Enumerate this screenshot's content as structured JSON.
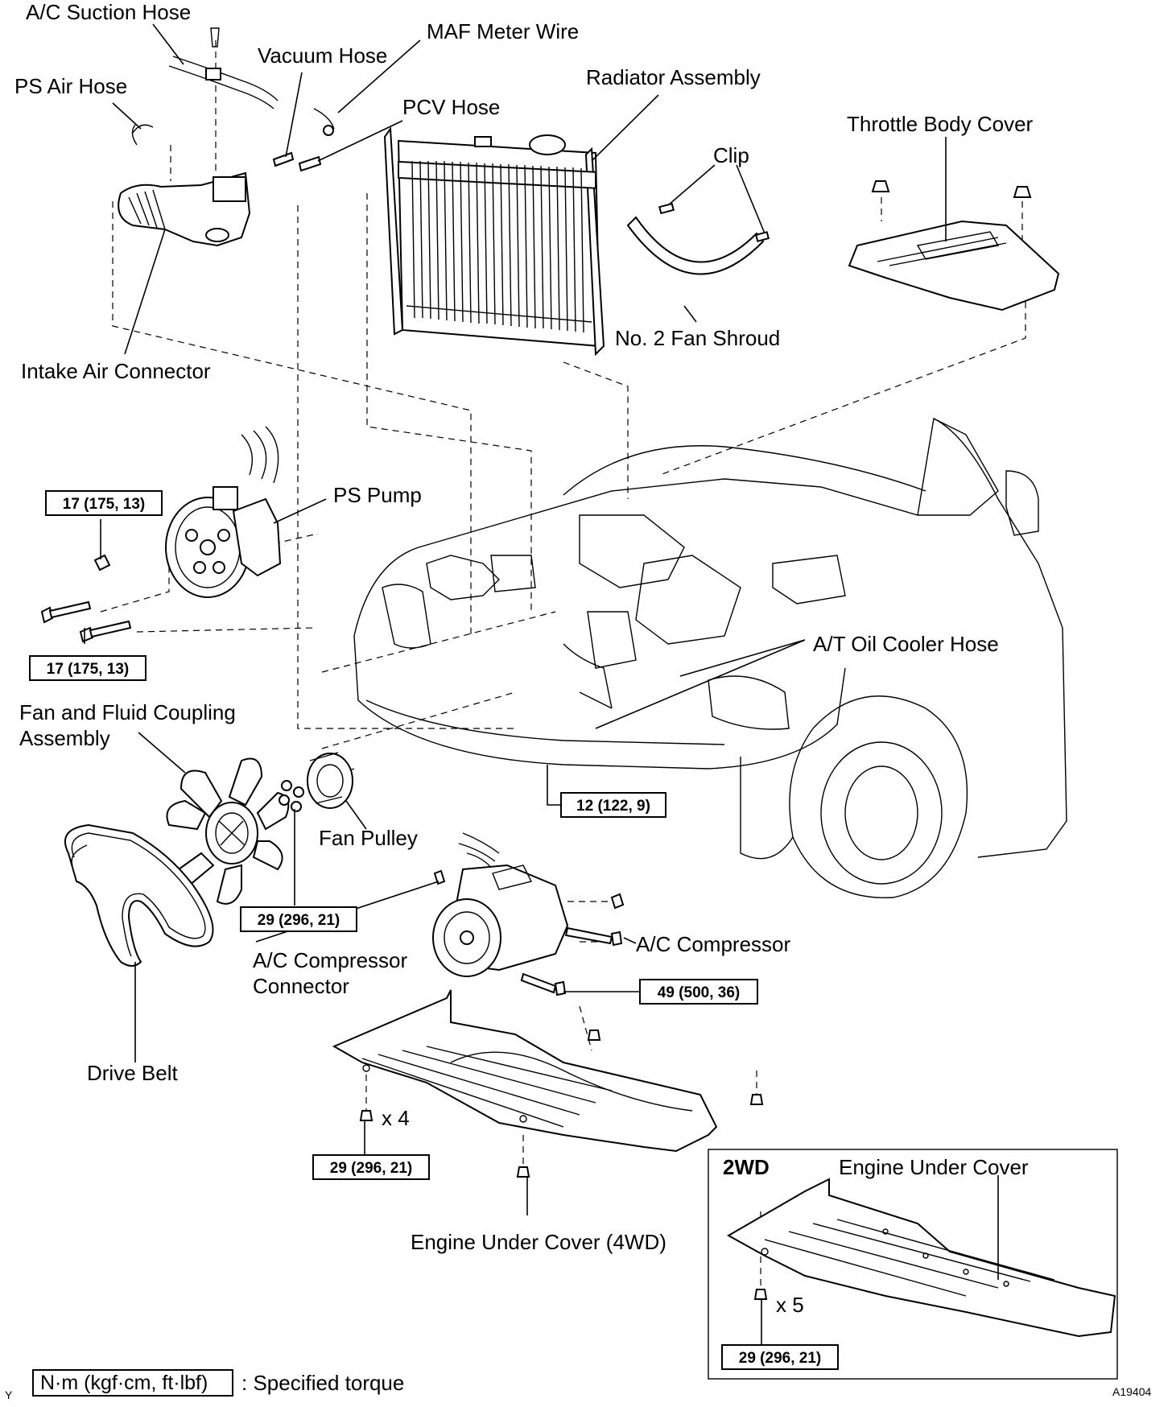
{
  "labels": {
    "ac_suction_hose": "A/C Suction Hose",
    "maf_meter_wire": "MAF Meter Wire",
    "vacuum_hose": "Vacuum Hose",
    "ps_air_hose": "PS  Air Hose",
    "pcv_hose": "PCV Hose",
    "radiator_assembly": "Radiator Assembly",
    "throttle_body_cover": "Throttle Body Cover",
    "clip": "Clip",
    "no2_fan_shroud": "No. 2 Fan Shroud",
    "intake_air_connector": "Intake Air Connector",
    "ps_pump": "PS Pump",
    "at_oil_cooler_hose": "A/T Oil Cooler Hose",
    "fan_fluid_coupling_line1": "Fan  and  Fluid  Coupling",
    "fan_fluid_coupling_line2": "Assembly",
    "fan_pulley": "Fan Pulley",
    "ac_compressor": "A/C Compressor",
    "ac_compressor_connector_line1": "A/C Compressor",
    "ac_compressor_connector_line2": "Connector",
    "drive_belt": "Drive Belt",
    "engine_under_cover_4wd": "Engine Under Cover (4WD)",
    "engine_under_cover": "Engine Under Cover",
    "variant_2wd": "2WD",
    "qty_x4": "x 4",
    "qty_x5": "x 5"
  },
  "torques": {
    "ps_pump_upper": "17 (175, 13)",
    "ps_pump_lower": "17 (175, 13)",
    "fan_nuts": "29 (296, 21)",
    "oil_cooler_bolt": "12 (122, 9)",
    "compressor_bolt": "49 (500, 36)",
    "under_cover_4wd": "29 (296, 21)",
    "under_cover_2wd": "29 (296, 21)"
  },
  "legend": {
    "unit_box": "N·m (kgf·cm, ft·lbf)",
    "description": ": Specified torque"
  },
  "footer": {
    "corner_mark": "Y",
    "figure_code": "A19404"
  }
}
